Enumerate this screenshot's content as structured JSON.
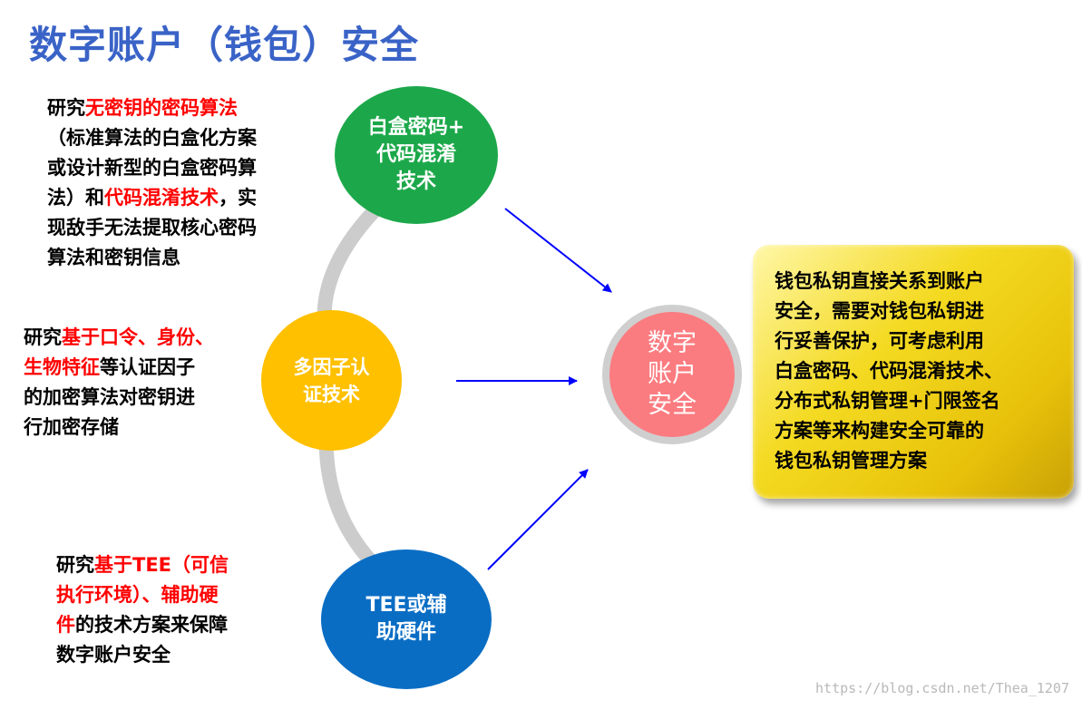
{
  "title": "数字账户（钱包）安全",
  "nodes": {
    "whitebox": "白盒密码+\n代码混淆\n技术",
    "multifactor": "多因子认\n证技术",
    "tee": "TEE或辅\n助硬件",
    "center": "数字\n账户\n安全"
  },
  "descriptions": {
    "whitebox": {
      "p1": "研究",
      "h1": "无密钥的密码算法",
      "p2": "\n（标准算法的白盒化方案\n或设计新型的白盒密码算\n法）和",
      "h2": "代码混淆技术",
      "p3": "，实\n现敌手无法提取核心密码\n算法和密钥信息"
    },
    "multifactor": {
      "p1": "研究",
      "h1": "基于口令、身份、\n生物特征",
      "p2": "等认证因子\n的加密算法对密钥进\n行加密存储"
    },
    "tee": {
      "p1": "研究",
      "h1": "基于TEE（可信\n执行环境）、辅助硬\n件",
      "p2": "的技术方案来保障\n数字账户安全"
    }
  },
  "summary": "钱包私钥直接关系到账户\n安全，需要对钱包私钥进\n行妥善保护，可考虑利用\n白盒密码、代码混淆技术、\n分布式私钥管理+门限签名\n方案等来构建安全可靠的\n钱包私钥管理方案",
  "watermark": "https://blog.csdn.net/Thea_1207",
  "colors": {
    "title": "#3a63c7",
    "highlight": "#ff0000",
    "green": "#1ca84a",
    "yellow": "#ffc000",
    "blue": "#0a6dc4",
    "center": "#fb7c80",
    "arrow": "#0000ff",
    "arc": "#cccccc"
  }
}
